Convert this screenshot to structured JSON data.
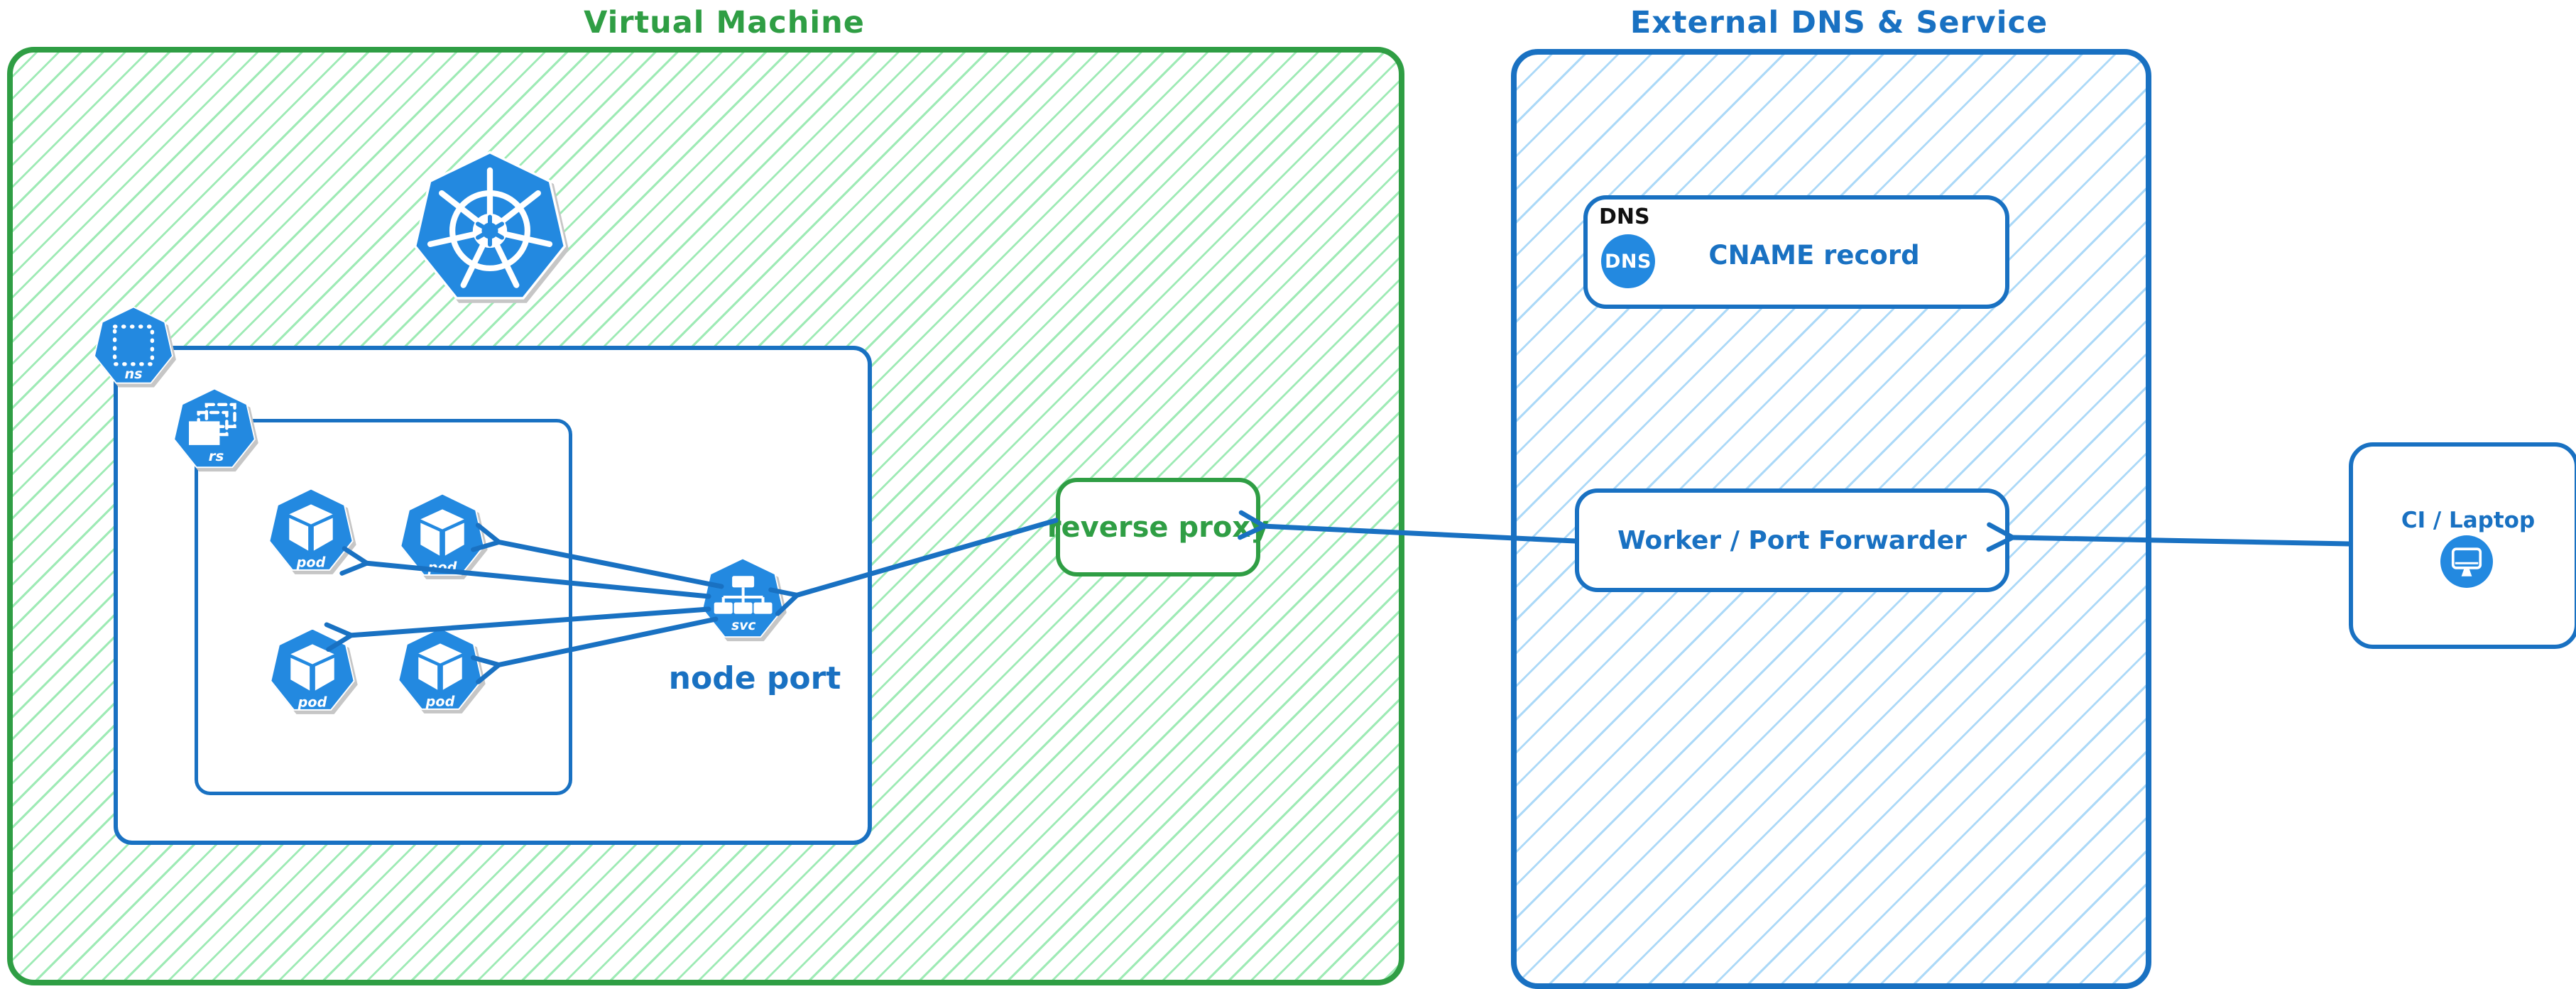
{
  "colors": {
    "green": "#2f9e44",
    "green_hatch": "#8de7a8",
    "blue": "#1971c2",
    "blue_hatch": "#a7d7f7",
    "icon_blue": "#2389e0",
    "dns_tag_color": "#111111"
  },
  "vm_group": {
    "title": "Virtual Machine"
  },
  "kubernetes": {
    "namespace_badge": "ns",
    "replicaset_badge": "rs",
    "pod_badge": "pod",
    "service_badge": "svc",
    "service_caption": "node port"
  },
  "reverse_proxy": {
    "label": "reverse proxy"
  },
  "external_group": {
    "title": "External DNS & Service",
    "dns_box": {
      "tag": "DNS",
      "icon_text": "DNS",
      "label": "CNAME record"
    },
    "worker_box": {
      "label": "Worker / Port Forwarder"
    }
  },
  "client_box": {
    "label": "CI / Laptop"
  }
}
